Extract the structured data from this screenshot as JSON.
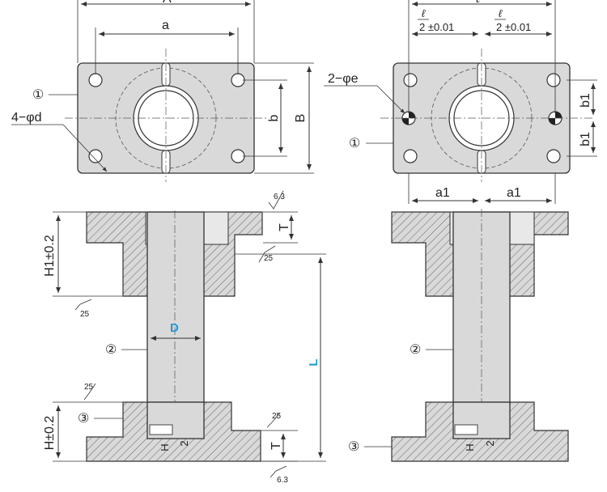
{
  "labels": {
    "A": "A",
    "a": "a",
    "b": "b",
    "B": "B",
    "hole_d": "4−φd",
    "hole_e": "2−φe",
    "l_half_left": "2 ±0.01",
    "l_half_right": "2 ±0.01",
    "l_sym": "ℓ",
    "l_top": "ℓ",
    "a1_left": "a1",
    "a1_right": "a1",
    "b1_top": "b1",
    "b1_bottom": "b1",
    "T_top": "T",
    "T_bottom": "T",
    "H1": "H1±0.2",
    "H": "H±0.2",
    "D": "D",
    "L": "L",
    "H_small_left": "H",
    "two_left": "2",
    "H_small_right": "H",
    "two_right": "2"
  },
  "callouts": {
    "c1_left": "①",
    "c1_right": "①",
    "c2_left": "②",
    "c2_right": "②",
    "c3_left": "③",
    "c3_right": "③"
  },
  "surface_finish": {
    "top_right": "6.3",
    "top_under": "25",
    "left_h1": "25",
    "left_lower": "25",
    "right_lower": "25",
    "bottom": "6.3"
  },
  "colors": {
    "part_fill": "#d9d9d9",
    "dimension_highlight": "#1e9ad6"
  }
}
